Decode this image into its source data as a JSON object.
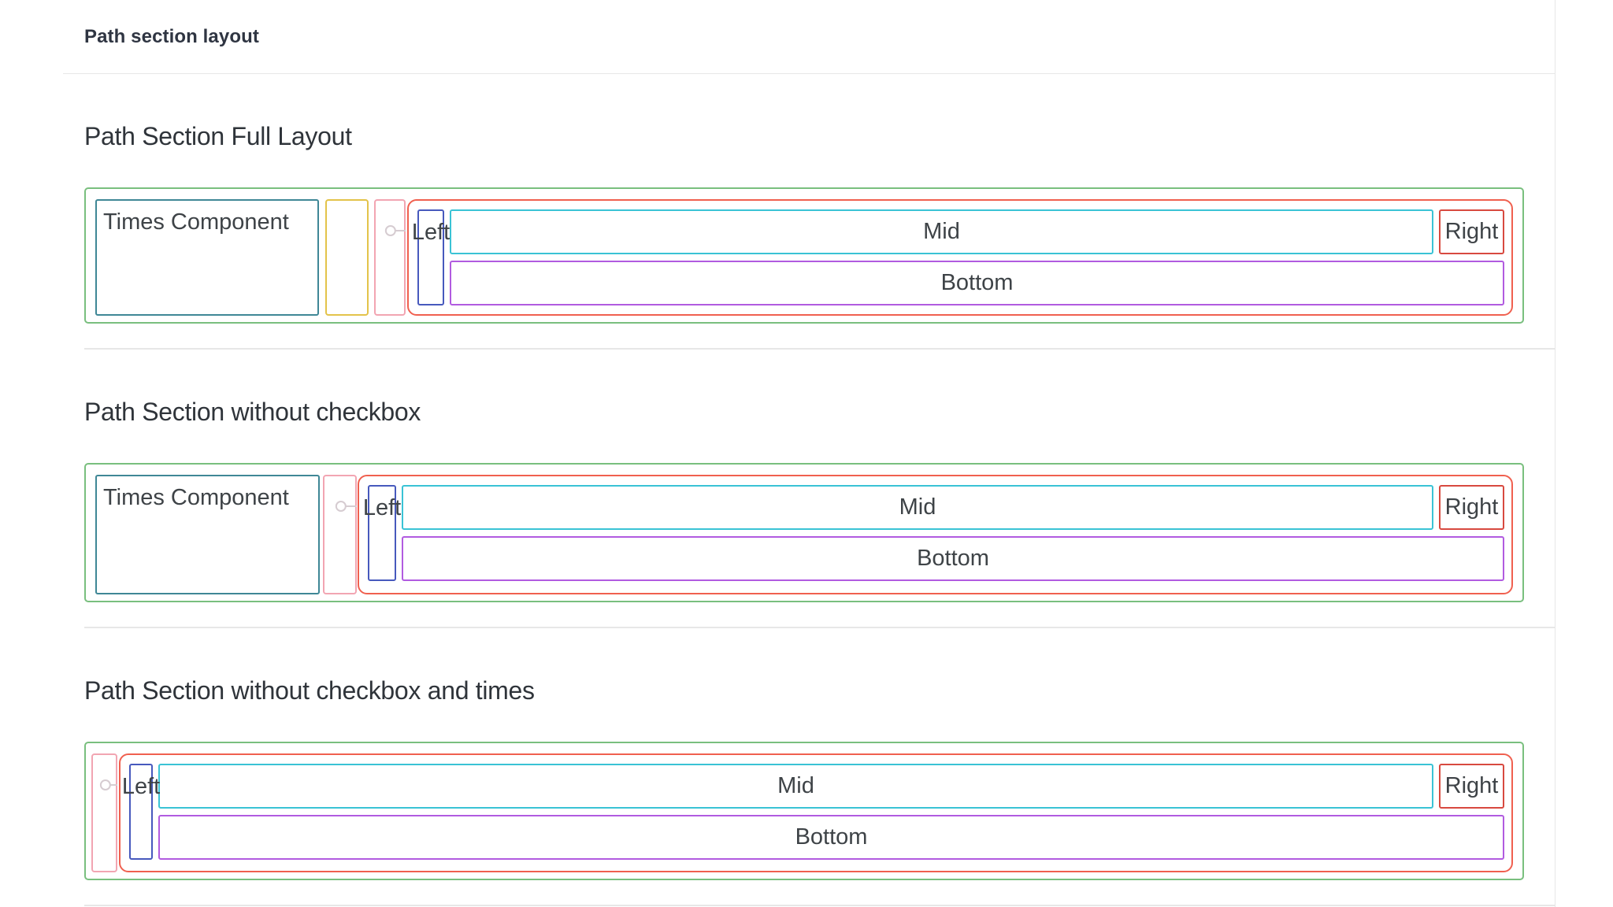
{
  "topbar": {
    "title": "Path section layout"
  },
  "stories": [
    {
      "title": "Path Section Full Layout"
    },
    {
      "title": "Path Section without checkbox"
    },
    {
      "title": "Path Section without checkbox and times"
    }
  ],
  "labels": {
    "times": "Times Component",
    "left": "Left",
    "mid": "Mid",
    "right": "Right",
    "bottom": "Bottom"
  },
  "icons": {
    "radio_circle": "radio-circle-icon"
  },
  "colors": {
    "canvas_outline": "#79bf7e",
    "times_outline": "#3f8796",
    "checkbox_outline": "#e3c34a",
    "radio_outline": "#f2a5b2",
    "path_outline": "#f0604f",
    "left_outline": "#4759bd",
    "mid_outline": "#3ac3d5",
    "right_outline": "#d8493f",
    "bottom_outline": "#b15be0",
    "radio_icon": "#d6ccd1",
    "heading_text": "#2f343a",
    "label_text": "#3e4347",
    "divider": "#e7e7e7"
  }
}
